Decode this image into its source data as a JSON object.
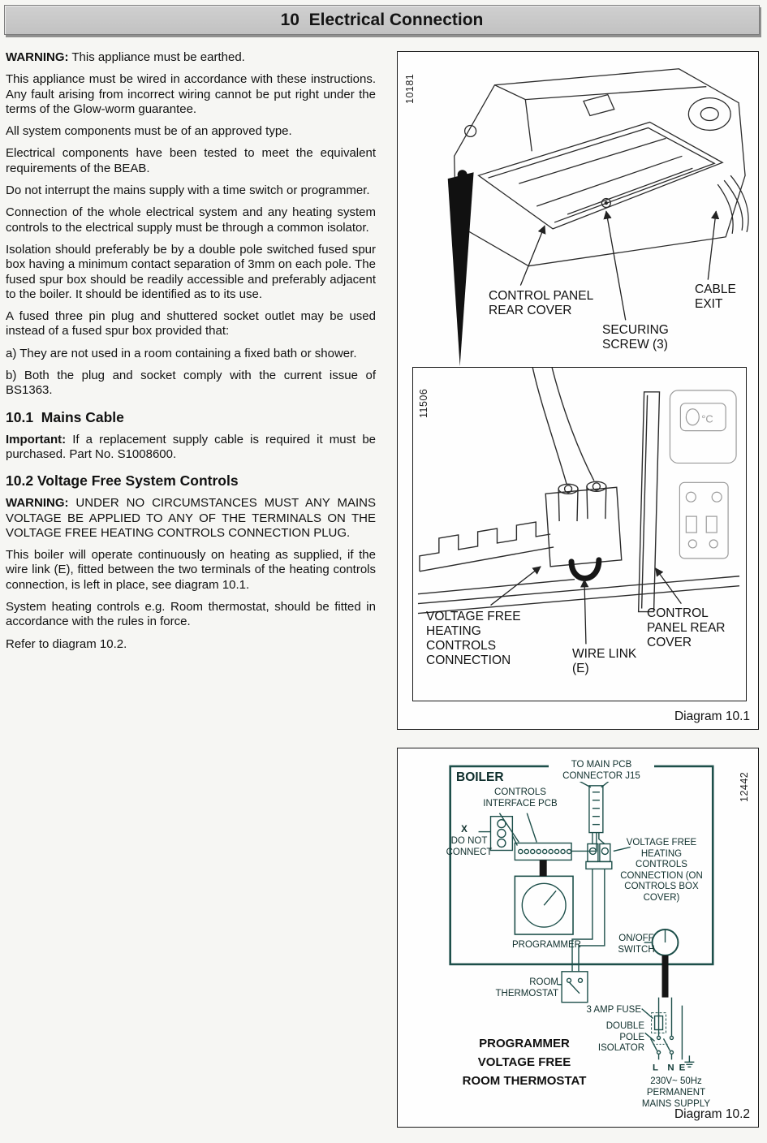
{
  "header": {
    "title": "10  Electrical Connection"
  },
  "colors": {
    "header_background": "#c8c8c8",
    "illustration_ink": "#2b2b2b",
    "schematic_line": "#1d4f4a",
    "paper": "#f6f6f3"
  },
  "left_column": {
    "p1": {
      "lead": "WARNING:",
      "text": " This appliance must be earthed."
    },
    "p2": "This appliance must be wired in accordance with these instructions.  Any fault arising from incorrect wiring cannot be put right under the terms of the Glow-worm guarantee.",
    "p3": "All system components must be of an approved type.",
    "p4": "Electrical components have been tested to meet the equivalent requirements of the BEAB.",
    "p5": "Do not interrupt the mains supply with a time switch or programmer.",
    "p6": "Connection of the whole electrical system and any heating system controls to the electrical supply must be through a common isolator.",
    "p7": "Isolation should preferably be by a double pole switched fused spur box having a minimum contact separation of 3mm on each pole.  The fused spur box should be readily accessible and preferably adjacent to the boiler.  It should be identified as to its use.",
    "p8": "A fused three pin plug and shuttered socket outlet may be used instead of a fused spur box provided that:",
    "p9": "a) They are not used in a room containing a fixed bath or shower.",
    "p10": "b) Both the plug and socket comply with the current issue of BS1363.",
    "h_10_1": "10.1  Mains Cable",
    "p11": {
      "lead": "Important:",
      "text": " If a replacement supply cable is required it must be purchased.  Part No. S1008600."
    },
    "h_10_2": "10.2 Voltage Free System Controls",
    "p12": {
      "lead": "WARNING:",
      "text": " UNDER NO CIRCUMSTANCES MUST ANY MAINS VOLTAGE BE APPLIED TO ANY OF THE TERMINALS ON THE VOLTAGE FREE HEATING CONTROLS CONNECTION PLUG."
    },
    "p13": "This boiler will operate continuously on heating as supplied, if the wire link (E), fitted between the two terminals of the heating controls connection, is left in place, see diagram 10.1.",
    "p14": "System heating controls e.g. Room thermostat, should be fitted in accordance with the rules in force.",
    "p15": "Refer to diagram 10.2."
  },
  "diagram1": {
    "fig_no_outer": "10181",
    "fig_no_inner": "11506",
    "label_control_panel_rear_cover_top": "CONTROL PANEL REAR COVER",
    "label_securing_screw": "SECURING SCREW (3)",
    "label_cable_exit": "CABLE EXIT",
    "label_voltage_free_connection": "VOLTAGE FREE HEATING CONTROLS CONNECTION",
    "label_wire_link": "WIRE LINK (E)",
    "label_control_panel_rear_cover_inner": "CONTROL PANEL REAR COVER",
    "display_glyph": "°C",
    "caption": "Diagram 10.1"
  },
  "diagram2": {
    "fig_no": "12442",
    "label_boiler": "BOILER",
    "label_controls_interface_pcb": "CONTROLS INTERFACE PCB",
    "label_to_main_pcb": "TO MAIN PCB CONNECTOR J15",
    "label_x": "X",
    "label_do_not_connect": "DO NOT CONNECT",
    "label_vf_connection": "VOLTAGE FREE HEATING CONTROLS CONNECTION (ON CONTROLS BOX COVER)",
    "label_programmer_small": "PROGRAMMER",
    "label_on_off_switch": "ON/OFF SWITCH",
    "label_room_thermostat": "ROOM THERMOSTAT",
    "label_3_amp_fuse": "3 AMP FUSE",
    "label_double_pole_isolator": "DOUBLE POLE ISOLATOR",
    "label_l": "L",
    "label_n": "N",
    "label_e": "E",
    "label_230v": "230V~ 50Hz",
    "label_permanent_supply": "PERMANENT MAINS SUPPLY",
    "bold_programmer": "PROGRAMMER",
    "bold_voltage_free": "VOLTAGE FREE",
    "bold_room_thermostat": "ROOM THERMOSTAT",
    "caption": "Diagram 10.2"
  }
}
